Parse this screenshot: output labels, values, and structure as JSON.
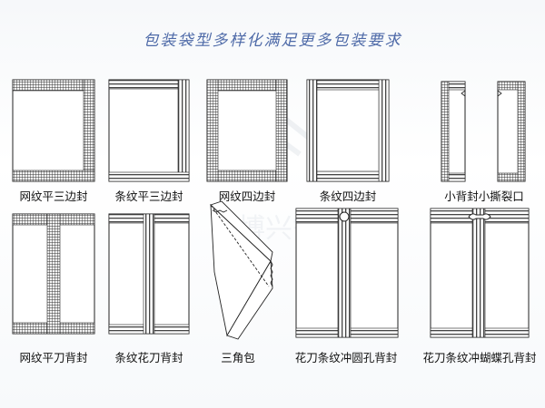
{
  "title": "包装袋型多样化满足更多包装要求",
  "watermark_lettering": "博兴智能",
  "colors": {
    "title": "#4e6aa8",
    "line": "#222222",
    "hatch": "#555555"
  },
  "bag_types": [
    {
      "id": "mesh-flat-three-side",
      "label": "网纹平三边封"
    },
    {
      "id": "stripe-flat-three-side",
      "label": "条纹平三边封"
    },
    {
      "id": "mesh-four-side",
      "label": "网纹四边封"
    },
    {
      "id": "stripe-four-side",
      "label": "条纹四边封"
    },
    {
      "id": "small-back-tear",
      "label": "小背封小撕裂口"
    },
    {
      "id": "mesh-flat-back",
      "label": "网纹平刀背封"
    },
    {
      "id": "stripe-pattern-back",
      "label": "条纹花刀背封"
    },
    {
      "id": "triangle-bag",
      "label": "三角包"
    },
    {
      "id": "pattern-stripe-round-hole-back",
      "label": "花刀条纹冲圆孔背封"
    },
    {
      "id": "pattern-stripe-butterfly-hole-back",
      "label": "花刀条纹冲蝴蝶孔背封"
    }
  ]
}
